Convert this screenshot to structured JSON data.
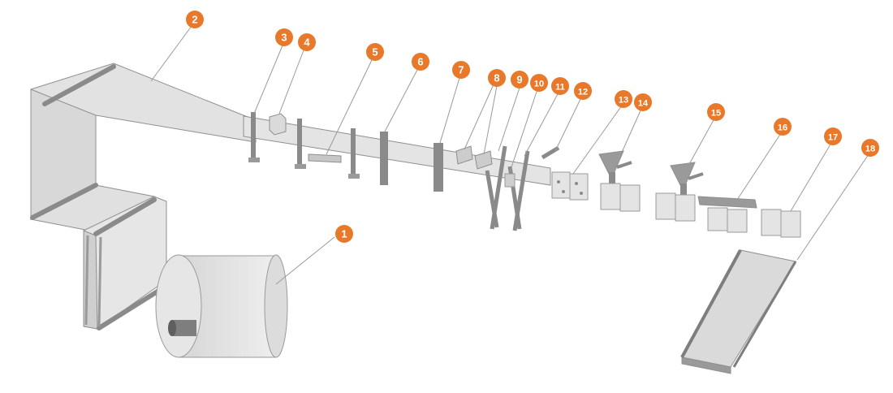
{
  "diagram": {
    "callout_color": "#e8792a",
    "part_fill": "#dcdcdc",
    "part_dark": "#8a8a8a",
    "callouts": [
      "1",
      "2",
      "3",
      "4",
      "5",
      "6",
      "7",
      "8",
      "9",
      "10",
      "11",
      "12",
      "13",
      "14",
      "15",
      "16",
      "17",
      "18"
    ]
  }
}
